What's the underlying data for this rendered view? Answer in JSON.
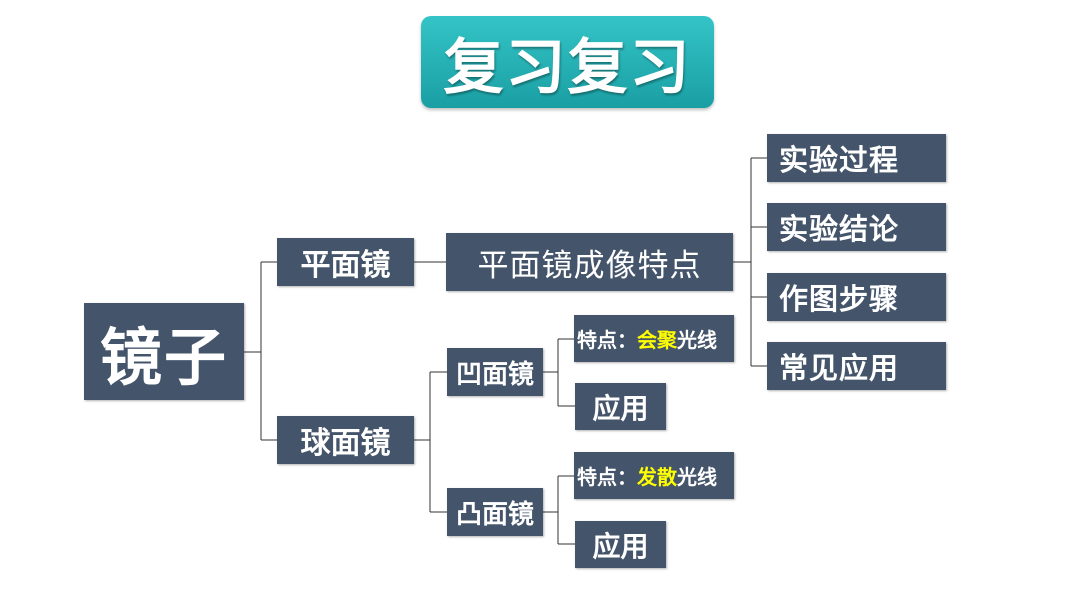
{
  "title": "复习复习",
  "root": "镜子",
  "plane_mirror": {
    "label": "平面镜",
    "characteristics": "平面镜成像特点",
    "items": [
      "实验过程",
      "实验结论",
      "作图步骤",
      "常见应用"
    ]
  },
  "spherical_mirror": {
    "label": "球面镜",
    "concave": {
      "label": "凹面镜",
      "feature_prefix": "特点：",
      "feature_highlight": "会聚",
      "feature_suffix": "光线",
      "application": "应用"
    },
    "convex": {
      "label": "凸面镜",
      "feature_prefix": "特点：",
      "feature_highlight": "发散",
      "feature_suffix": "光线",
      "application": "应用"
    }
  },
  "colors": {
    "box": "#44546a",
    "title_background": "#29b3b6",
    "highlight": "#ffff00",
    "connector": "#333333"
  }
}
